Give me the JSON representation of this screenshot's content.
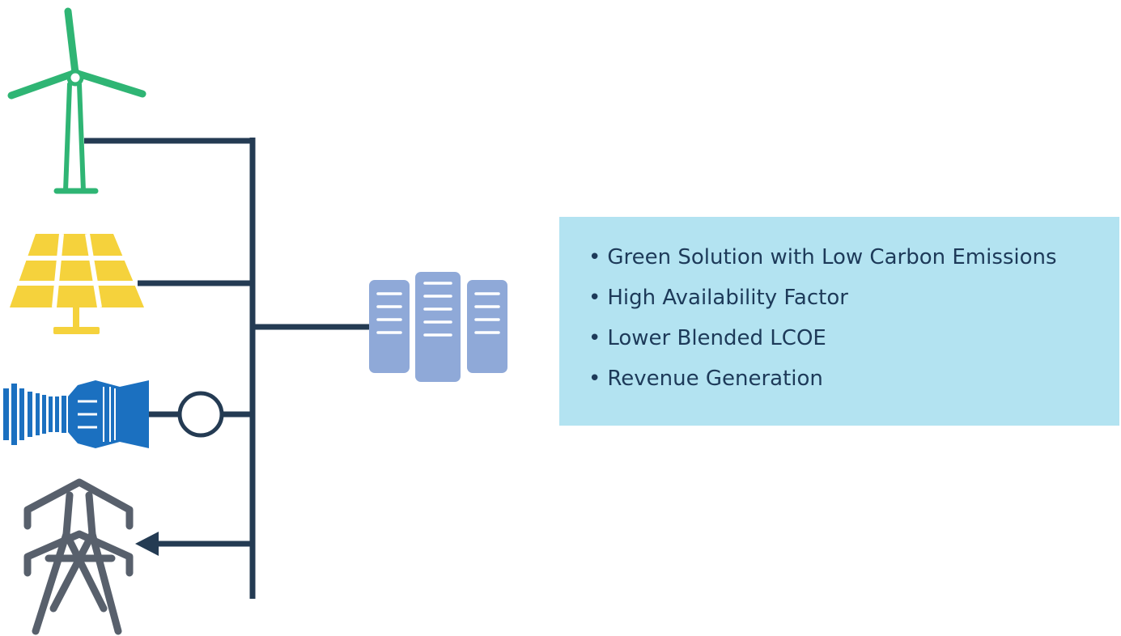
{
  "benefits": [
    "Green Solution with Low Carbon Emissions",
    "High Availability Factor",
    "Lower Blended LCOE",
    "Revenue Generation"
  ],
  "icons": {
    "wind": "wind-turbine-icon",
    "solar": "solar-panel-icon",
    "gas": "gas-turbine-icon",
    "generator": "generator-icon",
    "grid": "transmission-tower-icon",
    "storage": "battery-storage-icon"
  },
  "colors": {
    "bus_line": "#243b53",
    "wind": "#2fb574",
    "solar": "#f5d23c",
    "gas_turbine": "#1b70c0",
    "grid": "#58606c",
    "storage": "#8fa9d8",
    "benefits_background": "#b3e3f1",
    "benefits_text": "#1d3a59"
  }
}
